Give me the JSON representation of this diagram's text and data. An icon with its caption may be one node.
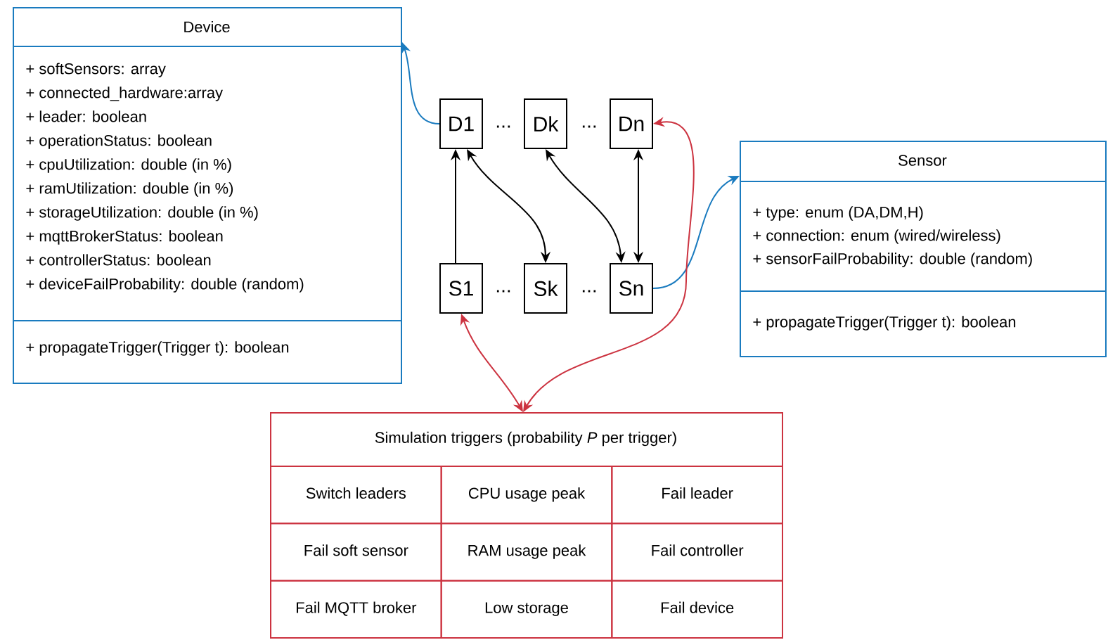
{
  "diagram": {
    "nodes": [
      {
        "text": [
          "Device",
          "+ softSensors: array",
          "+ connected_hardware:array",
          "+ leader: boolean",
          "+ operationStatus: boolean",
          "+ cpuUtilization: double (in %)",
          "+ ramUtilization: double (in %)",
          "+ storageUtilization: double (in %)",
          "+ mqttBrokerStatus: boolean",
          "+ controllerStatus: boolean",
          "+ deviceFailProbability: double (random)",
          "+ propagateTrigger(Trigger t): boolean"
        ]
      },
      {
        "text": [
          "Sensor",
          "+ type: enum (DA,DM,H)",
          "+ connection: enum (wired/wireless)",
          "+ sensorFailProbability: double (random)",
          "+ propagateTrigger(Trigger t): boolean"
        ]
      },
      {
        "text": [
          "Simulation triggers (probability *P* per trigger)"
        ]
      },
      {
        "text": [
          "Switch leaders"
        ],
        "in": 2
      },
      {
        "text": [
          "CPU usage peak"
        ],
        "in": 2
      },
      {
        "text": [
          "Fail leader"
        ],
        "in": 2
      },
      {
        "text": [
          "Fail soft sensor"
        ],
        "in": 2
      },
      {
        "text": [
          "RAM usage peak"
        ],
        "in": 2
      },
      {
        "text": [
          "Fail controller"
        ],
        "in": 2
      },
      {
        "text": [
          "Fail MQTT broker"
        ],
        "in": 2
      },
      {
        "text": [
          "Low storage"
        ],
        "in": 2
      },
      {
        "text": [
          "Fail device"
        ],
        "in": 2
      },
      {
        "text": [
          "D1"
        ]
      },
      {
        "text": [
          "Dk"
        ]
      },
      {
        "text": [
          "Dn"
        ]
      },
      {
        "text": [
          "S1"
        ]
      },
      {
        "text": [
          "Sk"
        ]
      },
      {
        "text": [
          "Sn"
        ]
      }
    ],
    "edges": [
      {
        "from": 12,
        "to": 0,
        "arrow": "to",
        "color": "#1a7bbf"
      },
      {
        "from": 17,
        "to": 1,
        "arrow": "to",
        "color": "#1a7bbf"
      },
      {
        "from": 15,
        "to": 12,
        "arrow": "to"
      },
      {
        "from": 12,
        "to": 16,
        "arrow": "both"
      },
      {
        "from": 13,
        "to": 17,
        "arrow": "both"
      },
      {
        "from": 14,
        "to": 17,
        "arrow": "both"
      },
      {
        "from": 15,
        "to": 2,
        "arrow": "both",
        "color": "#cc3340"
      },
      {
        "from": 2,
        "to": 14,
        "arrow": "both",
        "color": "#cc3340"
      }
    ],
    "labels": [
      "...",
      "...",
      "...",
      "..."
    ]
  }
}
